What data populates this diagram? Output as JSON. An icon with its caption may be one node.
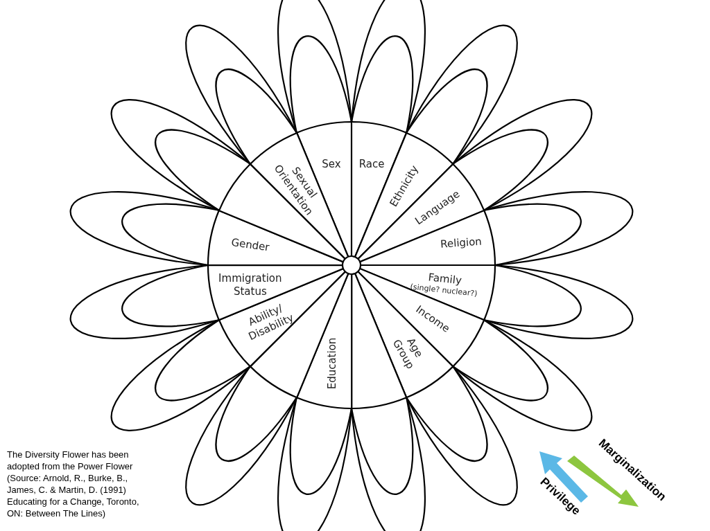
{
  "diagram": {
    "nodes": [
      {
        "text": [
          "Sex"
        ]
      },
      {
        "text": [
          "Race"
        ]
      },
      {
        "text": [
          "Ethnicity"
        ]
      },
      {
        "text": [
          "Language"
        ]
      },
      {
        "text": [
          "Religion"
        ]
      },
      {
        "text": [
          "Family",
          "(single? nuclear?)"
        ]
      },
      {
        "text": [
          "Income"
        ]
      },
      {
        "text": [
          "Age Group"
        ]
      },
      {
        "text": [],
        "shape": "wedge"
      },
      {
        "text": [
          "Education"
        ]
      },
      {
        "text": [],
        "shape": "wedge"
      },
      {
        "text": [
          "Ability/ Disability"
        ]
      },
      {
        "text": [
          "Immigration Status"
        ]
      },
      {
        "text": [
          "Gender"
        ]
      },
      {
        "text": [],
        "shape": "wedge"
      },
      {
        "text": [
          "Sexual Orientation"
        ]
      }
    ],
    "labels": [
      "Marginalization",
      "Privilege"
    ],
    "caption": "The Diversity Flower has been adopted from the Power Flower (Source: Arnold, R., Burke, B., James, C. & Martin, D. (1991) Educating for a Change, Toronto, ON: Between The Lines)"
  }
}
